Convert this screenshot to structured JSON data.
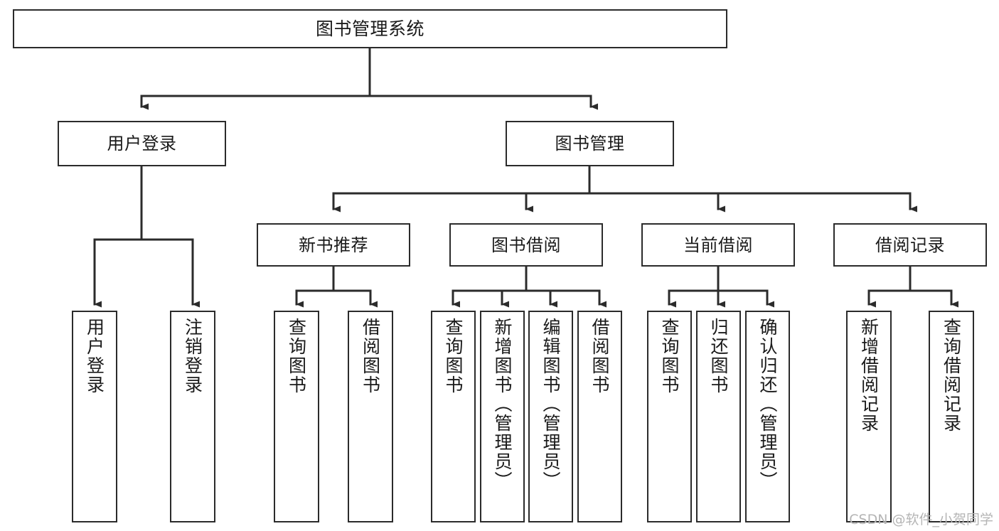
{
  "diagram": {
    "title": "图书管理系统",
    "type": "tree-hierarchy-chart",
    "watermark": "CSDN @软件_小贺同学",
    "colors": {
      "stroke": "#2b2b2b",
      "fill": "#ffffff",
      "text": "#1a1a1a",
      "watermark": "#b5b5b5"
    },
    "nodes": {
      "root": {
        "label": "图书管理系统",
        "level": 1
      },
      "level2": [
        {
          "id": "user-login",
          "label": "用户登录"
        },
        {
          "id": "book-manage",
          "label": "图书管理"
        }
      ],
      "level3": [
        {
          "id": "new-book-recommend",
          "label": "新书推荐"
        },
        {
          "id": "book-borrow",
          "label": "图书借阅"
        },
        {
          "id": "current-borrow",
          "label": "当前借阅"
        },
        {
          "id": "borrow-record",
          "label": "借阅记录"
        }
      ],
      "leaves": {
        "user-login": [
          {
            "id": "leaf-user-login",
            "label": "用户登录"
          },
          {
            "id": "leaf-logout-login",
            "label": "注销登录"
          }
        ],
        "new-book-recommend": [
          {
            "id": "leaf-query-book-1",
            "label": "查询图书"
          },
          {
            "id": "leaf-borrow-book-1",
            "label": "借阅图书"
          }
        ],
        "book-borrow": [
          {
            "id": "leaf-query-book-2",
            "label": "查询图书"
          },
          {
            "id": "leaf-add-book",
            "label": "新增图书（管理员）"
          },
          {
            "id": "leaf-edit-book",
            "label": "编辑图书（管理员）"
          },
          {
            "id": "leaf-borrow-book-2",
            "label": "借阅图书"
          }
        ],
        "current-borrow": [
          {
            "id": "leaf-query-book-3",
            "label": "查询图书"
          },
          {
            "id": "leaf-return-book",
            "label": "归还图书"
          },
          {
            "id": "leaf-confirm-return",
            "label": "确认归还（管理员）"
          }
        ],
        "borrow-record": [
          {
            "id": "leaf-add-record",
            "label": "新增借阅记录"
          },
          {
            "id": "leaf-query-record",
            "label": "查询借阅记录"
          }
        ]
      }
    }
  }
}
